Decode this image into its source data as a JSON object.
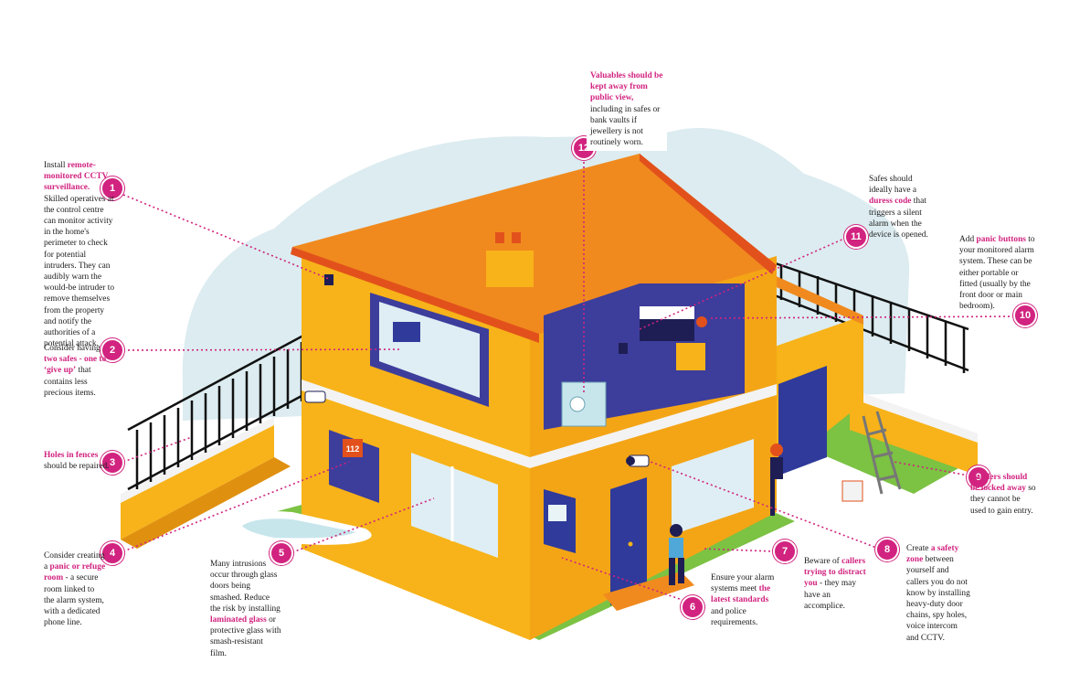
{
  "colors": {
    "accent": "#d1237f",
    "wall": "#f7b319",
    "roof": "#f08a1e",
    "roof_edge": "#e2511c",
    "interior": "#3d3d9c",
    "grass": "#7cc243",
    "sky": "#dcecf0"
  },
  "callouts": [
    {
      "num": "1",
      "parts": [
        {
          "t": "Install "
        },
        {
          "t": "remote-monitored CCTV surveillance.",
          "hl": true
        },
        {
          "t": " Skilled operatives at the control centre can monitor activity in the home's perimeter to check for potential intruders. They can audibly warn the would-be intruder to remove themselves from the property and notify the authorities of a potential attack."
        }
      ]
    },
    {
      "num": "2",
      "parts": [
        {
          "t": "Consider having "
        },
        {
          "t": "two safes - one to ‘give up’",
          "hl": true
        },
        {
          "t": " that contains less precious items."
        }
      ]
    },
    {
      "num": "3",
      "parts": [
        {
          "t": "Holes in fences",
          "hl": true
        },
        {
          "t": " should be repaired."
        }
      ]
    },
    {
      "num": "4",
      "parts": [
        {
          "t": "Consider creating a "
        },
        {
          "t": "panic or refuge room",
          "hl": true
        },
        {
          "t": " - a secure room linked to the alarm system, with a dedicated phone line."
        }
      ]
    },
    {
      "num": "5",
      "parts": [
        {
          "t": "Many intrusions occur through glass doors being smashed. Reduce the risk by installing "
        },
        {
          "t": "laminated glass",
          "hl": true
        },
        {
          "t": " or protective glass with smash-resistant film."
        }
      ]
    },
    {
      "num": "6",
      "parts": [
        {
          "t": "Ensure your alarm systems meet "
        },
        {
          "t": "the latest standards",
          "hl": true
        },
        {
          "t": " and police requirements."
        }
      ]
    },
    {
      "num": "7",
      "parts": [
        {
          "t": "Beware of "
        },
        {
          "t": "callers trying to distract you",
          "hl": true
        },
        {
          "t": " - they may have an accomplice."
        }
      ]
    },
    {
      "num": "8",
      "parts": [
        {
          "t": "Create "
        },
        {
          "t": "a safety zone",
          "hl": true
        },
        {
          "t": " between yourself and callers you do not know by installing heavy-duty door chains, spy holes, voice intercom and CCTV."
        }
      ]
    },
    {
      "num": "9",
      "parts": [
        {
          "t": "Ladders should be locked away",
          "hl": true
        },
        {
          "t": " so they cannot be used to gain entry."
        }
      ]
    },
    {
      "num": "10",
      "parts": [
        {
          "t": "Add "
        },
        {
          "t": "panic buttons",
          "hl": true
        },
        {
          "t": " to your monitored alarm system. These can be either portable or fitted (usually by the front door or main bedroom)."
        }
      ]
    },
    {
      "num": "11",
      "parts": [
        {
          "t": "Safes should ideally have a "
        },
        {
          "t": "duress code",
          "hl": true
        },
        {
          "t": " that triggers a silent alarm when the device is opened."
        }
      ]
    },
    {
      "num": "12",
      "parts": [
        {
          "t": "Valuables should be kept away from public view,",
          "hl": true
        },
        {
          "t": " including in safes or bank vaults if jewellery is not routinely worn."
        }
      ]
    }
  ],
  "door_sign": "112"
}
